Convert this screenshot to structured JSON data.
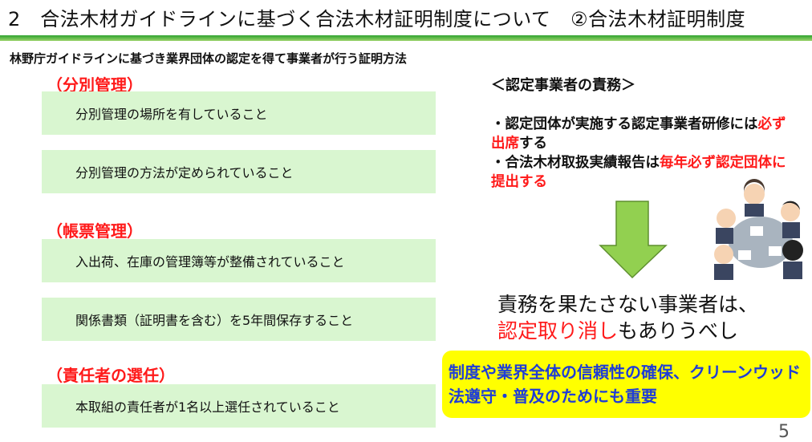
{
  "title": "2　合法木材ガイドラインに基づく合法木材証明制度について　②合法木材証明制度",
  "subtitle": "林野庁ガイドラインに基づき業界団体の認定を得て事業者が行う証明方法",
  "sections": [
    {
      "heading": "（分別管理）",
      "items": [
        "分別管理の場所を有していること",
        "分別管理の方法が定められていること"
      ]
    },
    {
      "heading": "（帳票管理）",
      "items": [
        "入出荷、在庫の管理簿等が整備されていること",
        "関係書類（証明書を含む）を5年間保存すること"
      ]
    },
    {
      "heading": "（責任者の選任）",
      "items": [
        "本取組の責任者が1名以上選任されていること"
      ]
    }
  ],
  "duties": {
    "heading": "＜認定事業者の責務＞",
    "b1_a": "・認定団体が実施する認定事業者研修には",
    "b1_red": "必ず出席",
    "b1_b": "する",
    "b2_a": "・合法木材取扱実績報告は",
    "b2_red": "毎年必ず認定団体に提出する"
  },
  "result": {
    "line1": "責務を果たさない事業者は、",
    "line2_red": "認定取り消し",
    "line2_b": "もありうべし"
  },
  "conclusion": "制度や業界全体の信頼性の確保、クリーンウッド法遵守・普及のためにも重要",
  "page_number": "5",
  "colors": {
    "accent_green": "#92d050",
    "red": "#ff1a1a",
    "box_green": "#d9f6d0",
    "yellow": "#ffff00",
    "blue_text": "#1f3dd6"
  }
}
